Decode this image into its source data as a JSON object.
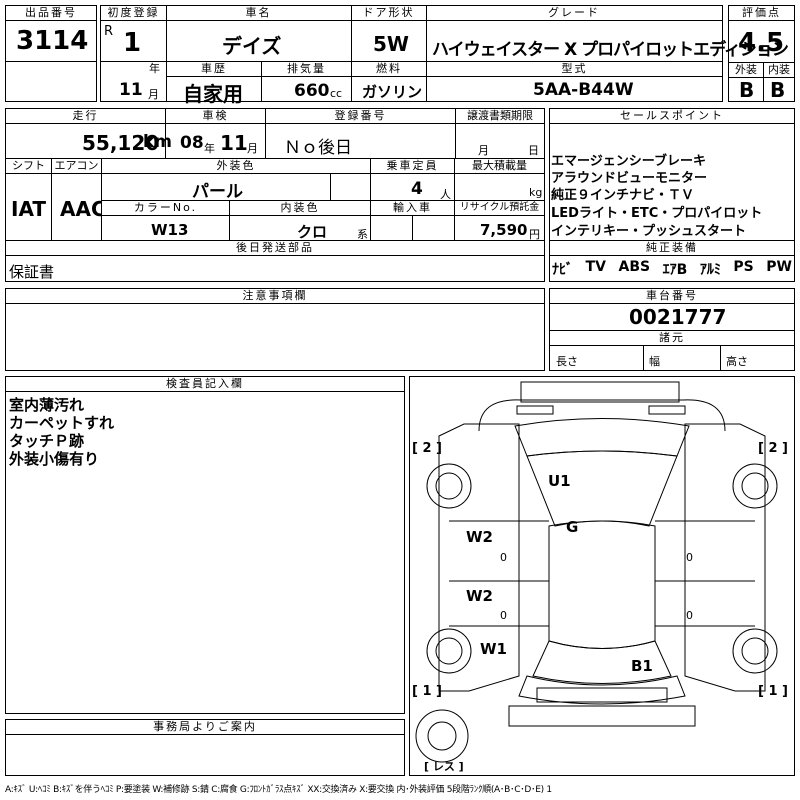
{
  "header": {
    "lot_label": "出品番号",
    "lot_number": "3114",
    "first_reg_label": "初度登録",
    "era_prefix": "R",
    "first_reg_year": "1",
    "year_unit": "年",
    "first_reg_month": "11",
    "month_unit": "月",
    "car_name_label": "車名",
    "car_name": "デイズ",
    "door_label": "ドア形状",
    "door": "5W",
    "grade_label": "グレード",
    "grade": "ハイウェイスター X プロパイロットエディション",
    "score_label": "評価点",
    "score": "4.5",
    "exterior_label": "外装",
    "exterior_grade": "B",
    "interior_label": "内装",
    "interior_grade": "B",
    "history_label": "車歴",
    "history": "自家用",
    "displacement_label": "排気量",
    "displacement": "660",
    "displacement_unit": "cc",
    "fuel_label": "燃料",
    "fuel": "ガソリン",
    "model_label": "型式",
    "model": "5AA-B44W"
  },
  "info": {
    "mileage_label": "走行",
    "mileage": "55,120",
    "mileage_unit": "km",
    "inspection_label": "車検",
    "inspection_year": "08",
    "inspection_month": "11",
    "registration_label": "登録番号",
    "registration": "Ｎｏ後日",
    "transfer_label": "譲渡書類期限",
    "transfer_month_unit": "月",
    "transfer_day_unit": "日",
    "shift_label": "シフト",
    "shift": "IAT",
    "ac_label": "エアコン",
    "ac": "AAC",
    "ext_color_label": "外装色",
    "ext_color": "パール",
    "capacity_label": "乗車定員",
    "capacity": "4",
    "capacity_unit": "人",
    "load_label": "最大積載量",
    "load_unit": "kg",
    "color_no_label": "カラーNo.",
    "color_no": "W13",
    "int_color_label": "内装色",
    "int_color": "クロ",
    "int_color_unit": "系",
    "import_label": "輸入車",
    "recycle_label": "リサイクル預託金",
    "recycle": "7,590",
    "recycle_unit": "円",
    "later_parts_label": "後日発送部品",
    "later_parts": "保証書"
  },
  "sales": {
    "label": "セールスポイント",
    "lines": [
      "エマージェンシーブレーキ",
      "アラウンドビューモニター",
      "純正９インチナビ・ＴＶ",
      "LEDライト・ETC・プロパイロット",
      "インテリキー・プッシュスタート"
    ],
    "equipment_label": "純正装備",
    "equipment": [
      "ﾅﾋﾞ",
      "TV",
      "ABS",
      "ｴｱB",
      "ｱﾙﾐ",
      "PS",
      "PW"
    ]
  },
  "notes": {
    "label": "注意事項欄"
  },
  "chassis": {
    "label": "車台番号",
    "number": "0021777",
    "dims_label": "諸元",
    "length_label": "長さ",
    "width_label": "幅",
    "height_label": "高さ"
  },
  "inspector": {
    "label": "検査員記入欄",
    "lines": [
      "室内薄汚れ",
      "カーペットすれ",
      "タッチＰ跡",
      "外装小傷有り"
    ]
  },
  "diagram": {
    "marks": {
      "u1": "U1",
      "g": "G",
      "w2a": "W2",
      "w2b": "W2",
      "w1": "W1",
      "b1": "B1",
      "tl": "[ 2 ]",
      "tr": "[ 2 ]",
      "bl": "[ 1 ]",
      "br": "[ 1 ]",
      "spare": "[ レス ]",
      "z1": "0",
      "z2": "0",
      "z3": "0",
      "z4": "0"
    }
  },
  "office": {
    "label": "事務局よりご案内"
  },
  "legend": "A:ｷｽﾞ U:ﾍｺﾐ B:ｷｽﾞを伴うﾍｺﾐ P:要塗装 W:補修跡 S:錆 C:腐食 G:ﾌﾛﾝﾄｶﾞﾗｽ点ｷｽﾞ XX:交換済み X:要交換 内･外装評価 5段階ﾗﾝｸ順(A･B･C･D･E) 1"
}
